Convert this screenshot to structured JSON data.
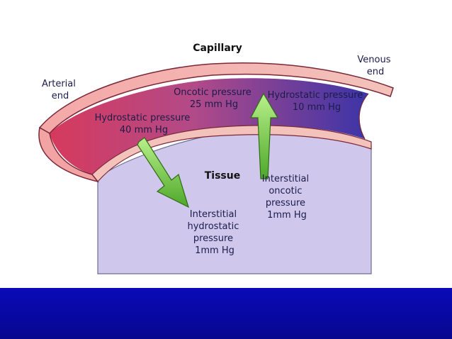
{
  "diagram": {
    "title": "Capillary",
    "arterial_end": [
      "Arterial",
      "end"
    ],
    "venous_end": [
      "Venous",
      "end"
    ],
    "oncotic_pressure": [
      "Oncotic pressure",
      "25 mm Hg"
    ],
    "hydrostatic_pressure_arterial": [
      "Hydrostatic pressure",
      "40 mm Hg"
    ],
    "hydrostatic_pressure_venous": [
      "Hydrostatic pressure",
      "10 mm Hg"
    ],
    "tissue_label": "Tissue",
    "interstitial_oncotic": [
      "Interstitial",
      "oncotic",
      "pressure",
      "1mm Hg"
    ],
    "interstitial_hydrostatic": [
      "Interstitial",
      "hydrostatic",
      "pressure",
      "1mm Hg"
    ]
  },
  "colors": {
    "arterial": "#d63a5c",
    "venous": "#3b34a8",
    "tissue": "#cfc8ec",
    "wall": "#f6b9b3",
    "arrow": "#7ed04a",
    "footer": "#0a0ab0"
  }
}
